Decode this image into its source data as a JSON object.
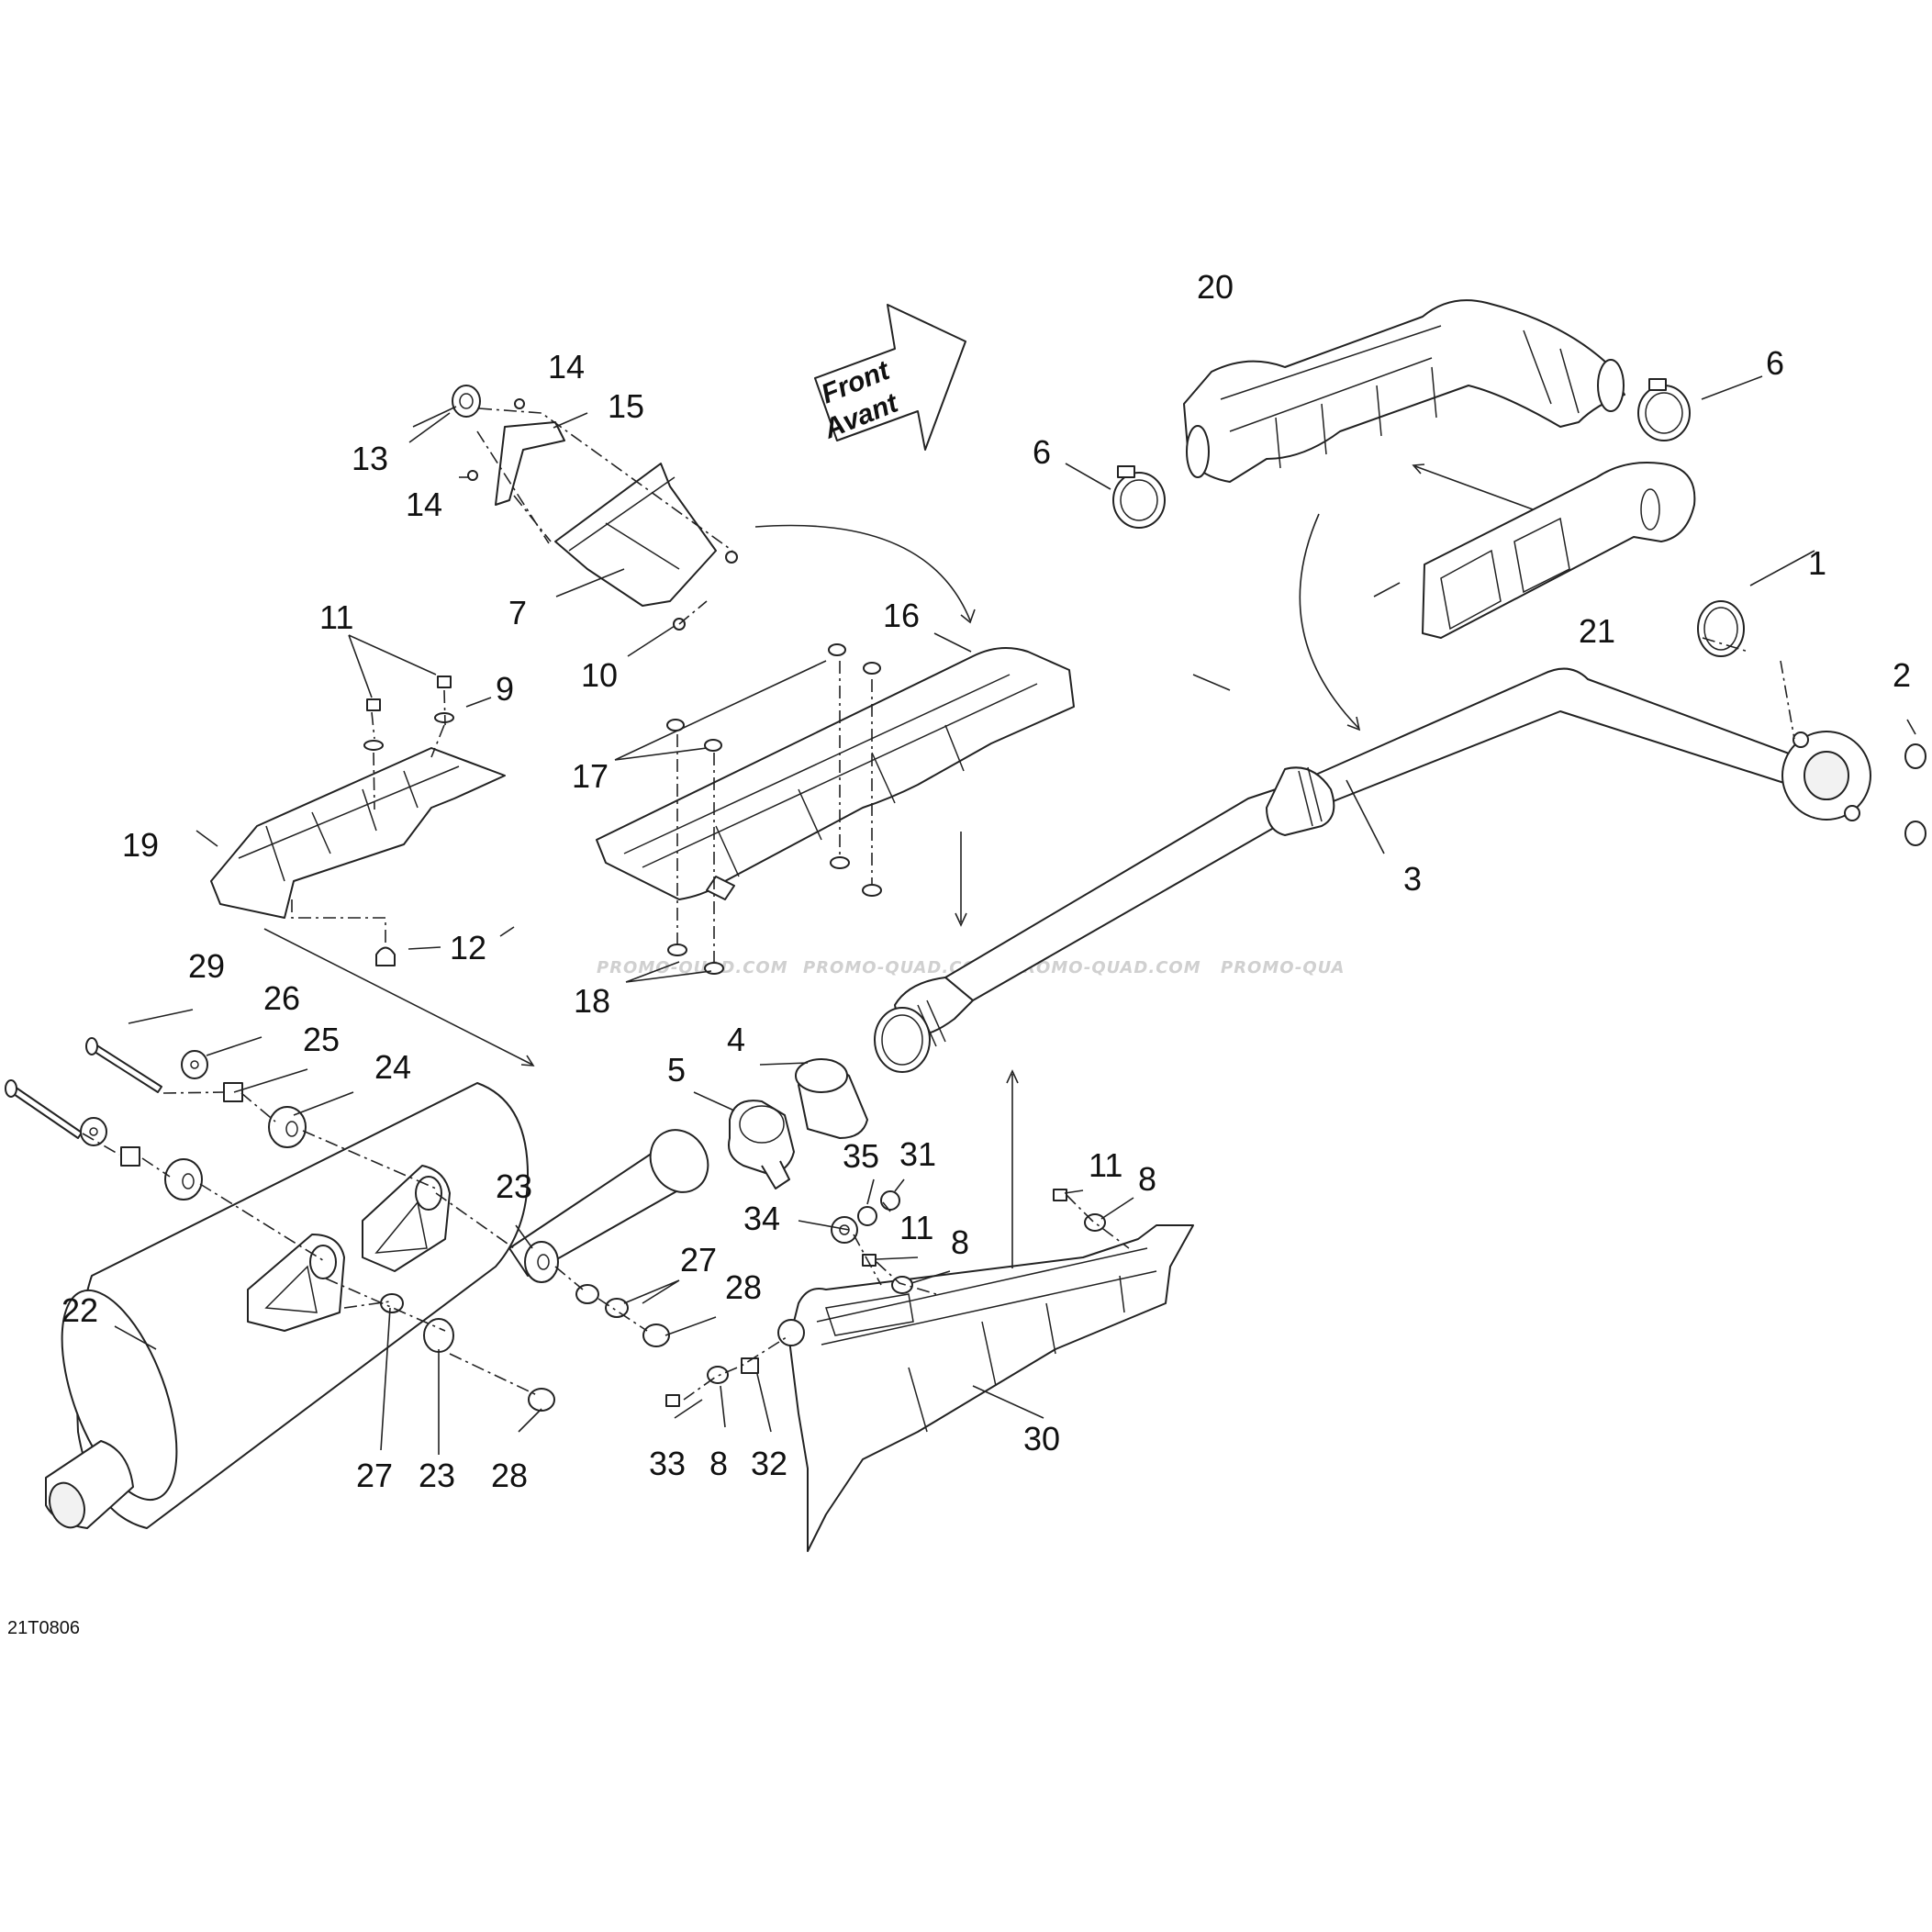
{
  "diagram": {
    "code": "21T0806",
    "direction_badge": {
      "line1": "Front",
      "line2": "Avant"
    },
    "watermark": [
      "PROMO-QUAD.COM",
      "PROMO-QUAD.COM",
      "PROMO-QUAD.COM",
      "PROMO-QUA"
    ],
    "callouts": {
      "c1": "1",
      "c2": "2",
      "c3": "3",
      "c4": "4",
      "c5": "5",
      "c6a": "6",
      "c6b": "6",
      "c7": "7",
      "c8a": "8",
      "c8b": "8",
      "c8c": "8",
      "c9": "9",
      "c10": "10",
      "c11a": "11",
      "c11b": "11",
      "c11c": "11",
      "c12": "12",
      "c13": "13",
      "c14a": "14",
      "c14b": "14",
      "c15": "15",
      "c16": "16",
      "c17": "17",
      "c18": "18",
      "c19": "19",
      "c20": "20",
      "c21": "21",
      "c22": "22",
      "c23a": "23",
      "c23b": "23",
      "c24": "24",
      "c25": "25",
      "c26": "26",
      "c27a": "27",
      "c27b": "27",
      "c28a": "28",
      "c28b": "28",
      "c29": "29",
      "c30": "30",
      "c31": "31",
      "c32": "32",
      "c33": "33",
      "c34": "34",
      "c35": "35"
    }
  }
}
